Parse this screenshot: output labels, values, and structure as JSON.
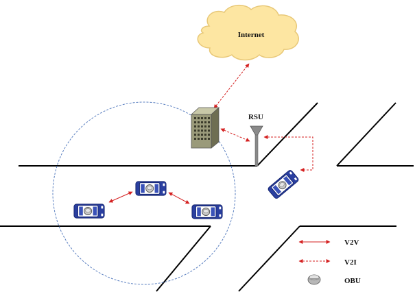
{
  "labels": {
    "internet": "Internet",
    "rsu": "RSU"
  },
  "legend": {
    "v2v": "V2V",
    "v2i": "V2I",
    "obu": "OBU"
  },
  "icons": {
    "cloud": "cloud-icon",
    "building": "building-icon",
    "rsu": "antenna-icon",
    "vehicle": "car-icon",
    "obu": "obu-device-icon"
  },
  "colors": {
    "link": "#d42020",
    "car_body": "#2a3fa0",
    "cloud_fill": "#fde6a2",
    "coverage": "#5a7fc0",
    "road": "#000000",
    "building": "#8a8a6a"
  }
}
